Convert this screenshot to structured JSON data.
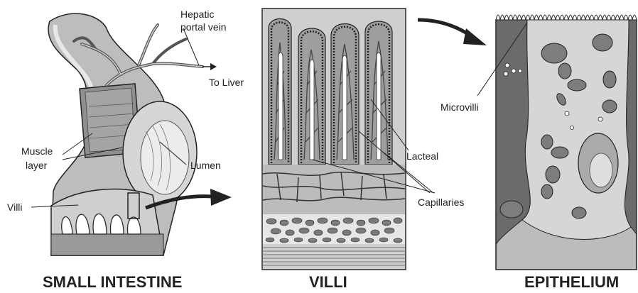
{
  "panels": {
    "small_intestine": {
      "caption": "SMALL INTESTINE",
      "labels": {
        "hepatic_portal_vein_line1": "Hepatic",
        "hepatic_portal_vein_line2": "portal vein",
        "to_liver": "To Liver",
        "muscle_layer_line1": "Muscle",
        "muscle_layer_line2": "layer",
        "lumen": "Lumen",
        "villi": "Villi"
      }
    },
    "villi": {
      "caption": "VILLI",
      "labels": {
        "lacteal": "Lacteal",
        "capillaries": "Capillaries"
      }
    },
    "epithelium": {
      "caption": "EPITHELIUM",
      "labels": {
        "microvilli": "Microvilli"
      }
    }
  },
  "colors": {
    "ink": "#222222",
    "tissue_light": "#d9d9d9",
    "tissue_mid": "#a8a8a8",
    "tissue_dark": "#6f6f6f",
    "tissue_darkest": "#4a4a4a"
  }
}
